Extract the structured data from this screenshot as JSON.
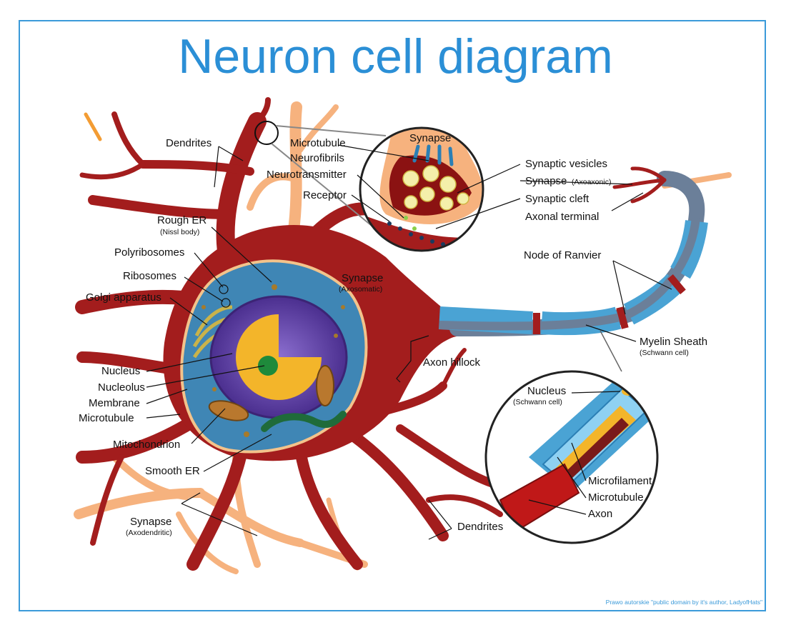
{
  "title": "Neuron cell diagram",
  "credit": "Prawo autorskie \"public domain by it's author, LadyofHats\"",
  "colors": {
    "frame": "#3a9ad9",
    "title": "#2b8fd6",
    "dendrite": "#a31d1d",
    "other_neuron": "#f6b27e",
    "cytoplasm": "#3f86b5",
    "nucleus": "#5a3d9c",
    "myelin": "#4aa3d4",
    "axon_core": "#6b7f99"
  },
  "labels": {
    "dendrites_top": "Dendrites",
    "dendrites_bottom": "Dendrites",
    "rough_er": "Rough ER",
    "rough_er_sub": "(Nissl body)",
    "polyribosomes": "Polyribosomes",
    "ribosomes": "Ribosomes",
    "golgi": "Golgi apparatus",
    "nucleus": "Nucleus",
    "nucleolus": "Nucleolus",
    "membrane": "Membrane",
    "microtubule_cell": "Microtubule",
    "mitochondrion": "Mitochondrion",
    "smooth_er": "Smooth ER",
    "synapse_axodendritic": "Synapse",
    "synapse_axodendritic_sub": "(Axodendritic)",
    "synapse_axosomatic": "Synapse",
    "synapse_axosomatic_sub": "(Axosomatic)",
    "axon_hillock": "Axon hillock",
    "microtubule_synapse": "Microtubule",
    "neurofibrils": "Neurofibrils",
    "neurotransmitter": "Neurotransmitter",
    "receptor": "Receptor",
    "synapse_inset": "Synapse",
    "synaptic_vesicles": "Synaptic vesicles",
    "synapse_axoaxonic": "Synapse",
    "synapse_axoaxonic_sub": "(Axoaxonic)",
    "synaptic_cleft": "Synaptic cleft",
    "axonal_terminal": "Axonal terminal",
    "node_of_ranvier": "Node of Ranvier",
    "myelin_sheath": "Myelin Sheath",
    "myelin_sheath_sub": "(Schwann cell)",
    "nucleus_schwann": "Nucleus",
    "nucleus_schwann_sub": "(Schwann cell)",
    "microfilament": "Microfilament",
    "microtubule_axon": "Microtubule",
    "axon": "Axon"
  }
}
